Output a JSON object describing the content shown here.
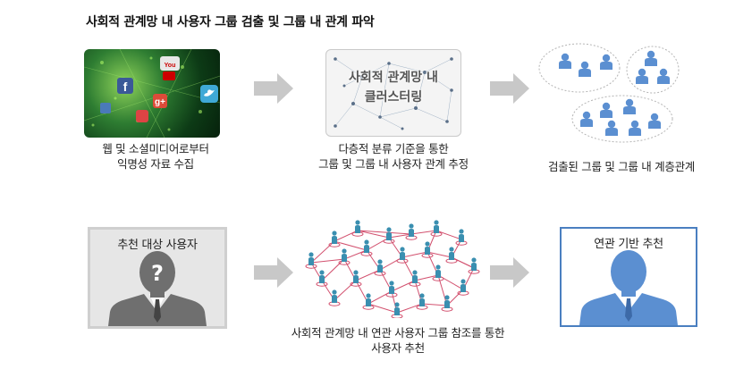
{
  "title": "사회적 관계망 내 사용자 그룹 검출 및 그룹 내 관계 파악",
  "cluster_label_line1": "사회적 관계망 내",
  "cluster_label_line2": "클러스터링",
  "captions": {
    "collect_line1": "웹 및 소셜미디어로부터",
    "collect_line2": "익명성 자료 수집",
    "estimate_line1": "다층적 분류 기준을 통한",
    "estimate_line2": "그룹 및 그룹 내 사용자 관계 추정",
    "detected": "검출된 그룹 및 그룹 내 계층관계",
    "recommend_line1": "사회적 관계망 내 연관 사용자 그룹 참조를 통한",
    "recommend_line2": "사용자 추천"
  },
  "target_user_label": "추천 대상 사용자",
  "related_rec_label": "연관 기반 추천",
  "colors": {
    "arrow": "#c8c8c8",
    "person_blue": "#5b8fd1",
    "person_gray": "#6f6f6f",
    "network_edge": "#d2506e"
  }
}
